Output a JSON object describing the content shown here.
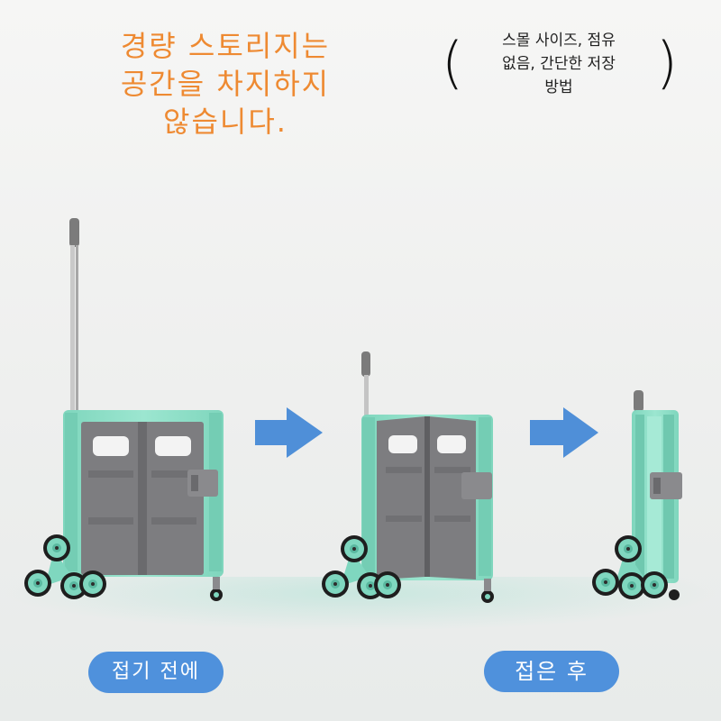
{
  "headline": {
    "line1": "경량 스토리지는",
    "line2": "공간을 차지하지",
    "line3": "않습니다."
  },
  "note": {
    "open_paren": "(",
    "close_paren": ")",
    "line1": "스몰 사이즈, 점유",
    "line2": "없음, 간단한 저장",
    "line3": "방법"
  },
  "labels": {
    "before": "접기 전에",
    "after": "접은 후"
  },
  "colors": {
    "headline": "#ee8a32",
    "pill": "#4f91dc",
    "cart_body": "#8fe0c8",
    "cart_panel": "#7d7d80",
    "arrow": "#4f8fd8"
  },
  "icons": [
    "right-arrow-icon",
    "right-arrow-icon"
  ]
}
